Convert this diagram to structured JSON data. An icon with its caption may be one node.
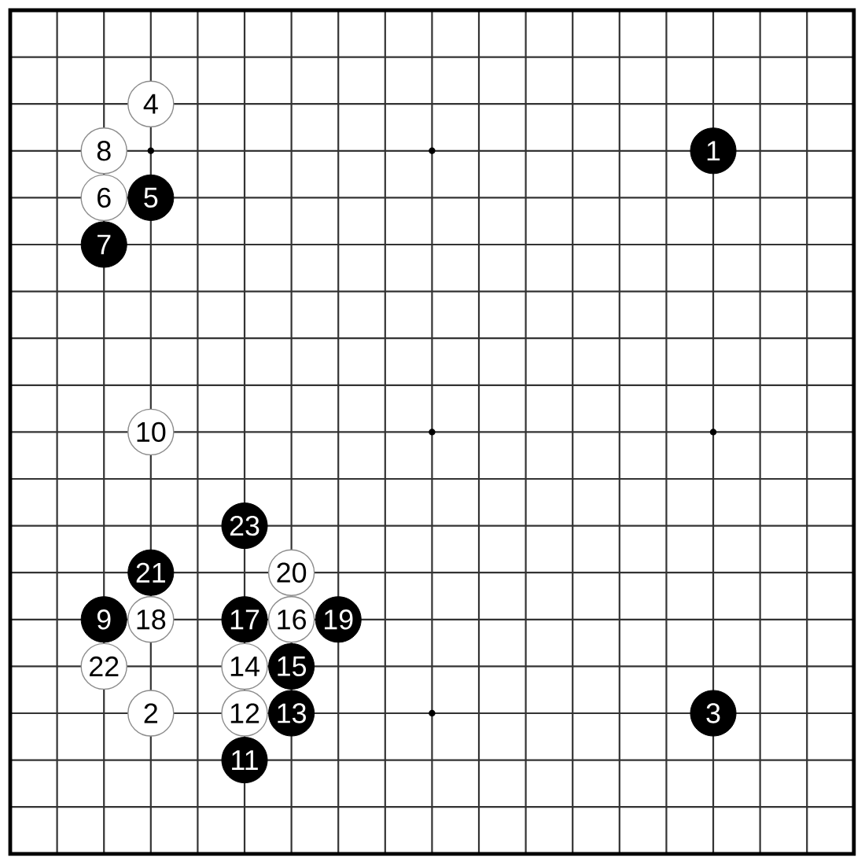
{
  "diagram": {
    "nodes": [
      {
        "text": [
          "1"
        ]
      },
      {
        "text": [
          "2"
        ]
      },
      {
        "text": [
          "3"
        ]
      },
      {
        "text": [
          "4"
        ]
      },
      {
        "text": [
          "5"
        ]
      },
      {
        "text": [
          "6"
        ]
      },
      {
        "text": [
          "7"
        ]
      },
      {
        "text": [
          "8"
        ]
      },
      {
        "text": [
          "9"
        ]
      },
      {
        "text": [
          "10"
        ]
      },
      {
        "text": [
          "11"
        ]
      },
      {
        "text": [
          "12"
        ]
      },
      {
        "text": [
          "13"
        ]
      },
      {
        "text": [
          "14"
        ]
      },
      {
        "text": [
          "15"
        ]
      },
      {
        "text": [
          "16"
        ]
      },
      {
        "text": [
          "17"
        ]
      },
      {
        "text": [
          "18"
        ]
      },
      {
        "text": [
          "19"
        ]
      },
      {
        "text": [
          "20"
        ]
      },
      {
        "text": [
          "21"
        ]
      },
      {
        "text": [
          "22"
        ]
      },
      {
        "text": [
          "23"
        ]
      }
    ]
  }
}
